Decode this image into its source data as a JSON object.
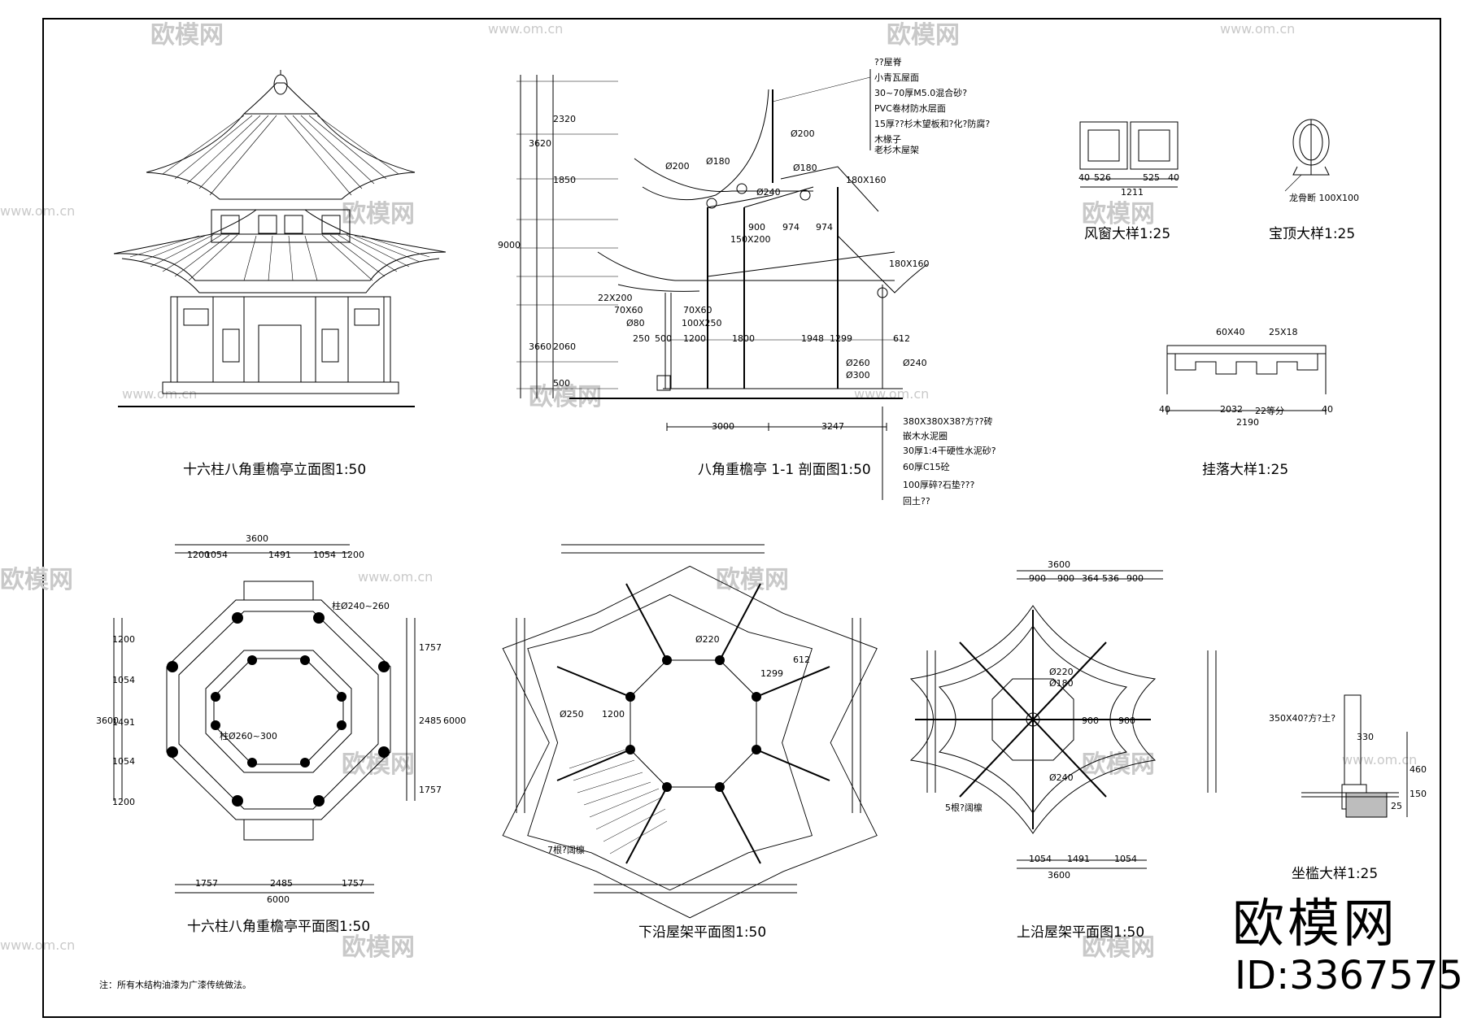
{
  "captions": {
    "elevation": "十六柱八角重檐亭立面图1:50",
    "section": "八角重檐亭 1-1 剖面图1:50",
    "window": "风窗大样1:25",
    "finial": "宝顶大样1:25",
    "hanging": "挂落大样1:25",
    "plan": "十六柱八角重檐亭平面图1:50",
    "lower_roof": "下沿屋架平面图1:50",
    "upper_roof": "上沿屋架平面图1:50",
    "bench": "坐槛大样1:25"
  },
  "note": "注：所有木结构油漆为广漆传统做法。",
  "brand": "欧模网",
  "id_label": "ID:3367575",
  "watermark_text": "欧模网",
  "watermark_url": "www.om.cn",
  "roof_layers": [
    "??屋脊",
    "小青瓦屋面",
    "30~70厚M5.0混合砂?",
    "PVC卷材防水层面",
    "15厚??杉木望板和?化?防腐?",
    "木椽子",
    "老杉木屋架"
  ],
  "floor_layers": [
    "380X380X38?方??砖",
    "嵌木水泥圈",
    "30厚1:4干硬性水泥砂?",
    "60厚C15砼",
    "100厚碎?石垫???",
    "回土??"
  ],
  "section_dims": [
    "3000",
    "3247",
    "1800",
    "1948",
    "1299",
    "612",
    "974",
    "974",
    "900",
    "250",
    "500",
    "1200"
  ],
  "section_vertical": [
    "2320",
    "3620",
    "1850",
    "9000",
    "2060",
    "3660",
    "500"
  ],
  "section_labels": [
    "Ø200",
    "Ø180",
    "Ø240",
    "Ø200",
    "Ø180",
    "180X160",
    "180X160",
    "150X200",
    "22X200",
    "70X60",
    "Ø80",
    "70X60",
    "100X250",
    "Ø240",
    "Ø260",
    "Ø300"
  ],
  "plan_dims_top": [
    "3600",
    "1200",
    "1054",
    "1491",
    "1054",
    "1200"
  ],
  "plan_dims_bottom": [
    "6000",
    "1757",
    "2485",
    "1757"
  ],
  "plan_dims_left": [
    "3600",
    "1200",
    "1054",
    "1491",
    "1054",
    "1200"
  ],
  "plan_dims_right": [
    "6000",
    "1757",
    "2485",
    "1757"
  ],
  "plan_labels": [
    "柱Ø240~260",
    "柱Ø260~300"
  ],
  "lower_labels": [
    "Ø220",
    "1299",
    "612",
    "Ø250",
    "1200",
    "7根?阔檩"
  ],
  "upper_dims_top": [
    "3600",
    "900",
    "900",
    "364",
    "536",
    "900"
  ],
  "upper_dims_bottom": [
    "3600",
    "1054",
    "1491",
    "1054"
  ],
  "upper_labels": [
    "Ø220",
    "Ø180",
    "Ø240",
    "5根?阔檩",
    "900",
    "900"
  ],
  "window_dims": [
    "526",
    "525",
    "1211",
    "40",
    "40"
  ],
  "finial_label": "龙骨断 100X100",
  "hanging_dims": [
    "60X40",
    "25X18",
    "2032",
    "22等分",
    "2190",
    "40",
    "40"
  ],
  "bench_labels": [
    "350X40?方?土?",
    "330",
    "460",
    "150",
    "25"
  ]
}
